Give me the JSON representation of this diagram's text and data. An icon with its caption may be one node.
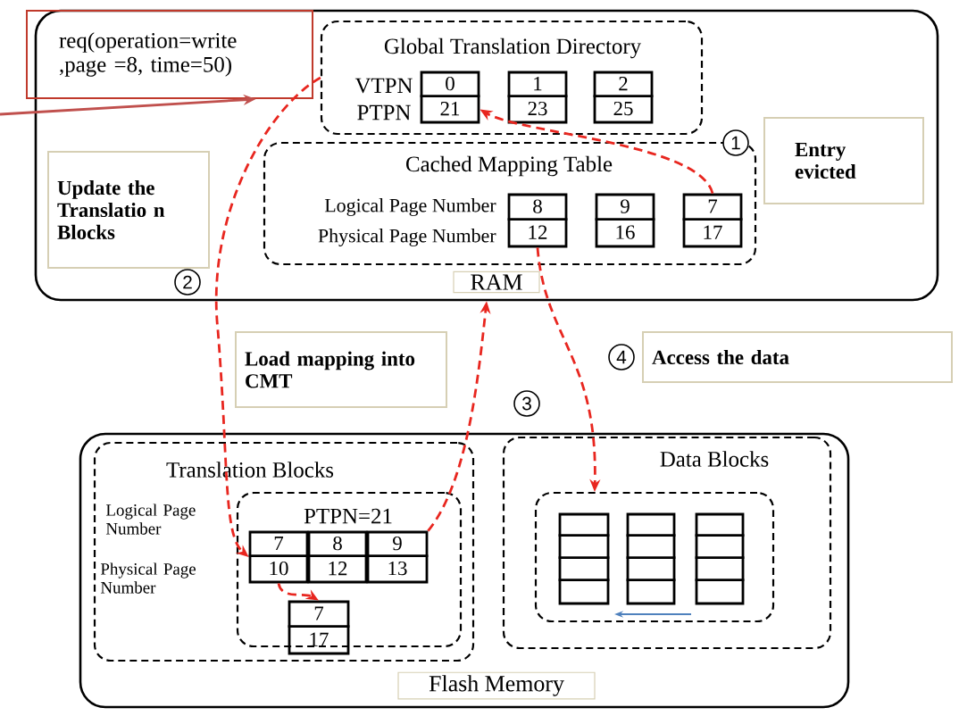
{
  "diagram": {
    "nodes": [
      {
        "text": [
          "RAM"
        ]
      },
      {
        "text": [
          "Global Translation Directory"
        ],
        "in": 0
      },
      {
        "text": [
          "0",
          "21"
        ],
        "in": 1
      },
      {
        "text": [
          "1",
          "23"
        ],
        "in": 1
      },
      {
        "text": [
          "2",
          "25"
        ],
        "in": 1
      },
      {
        "text": [
          "Cached Mapping Table"
        ],
        "in": 0
      },
      {
        "text": [
          "8",
          "12"
        ],
        "in": 5
      },
      {
        "text": [
          "9",
          "16"
        ],
        "in": 5
      },
      {
        "text": [
          "7",
          "17"
        ],
        "in": 5
      },
      {
        "text": [
          "req(operation=write ,page =8, time=50)"
        ],
        "in": 0
      },
      {
        "text": [
          "Flash Memory"
        ]
      },
      {
        "text": [
          "Translation Blocks"
        ],
        "in": 10
      },
      {
        "text": [
          "PTPN=21"
        ],
        "in": 11
      },
      {
        "text": [
          "7",
          "10"
        ],
        "in": 12
      },
      {
        "text": [
          "8",
          "12"
        ],
        "in": 12
      },
      {
        "text": [
          "9",
          "13"
        ],
        "in": 12
      },
      {
        "text": [
          "7",
          "17"
        ],
        "in": 11
      },
      {
        "text": [
          "Data Blocks"
        ],
        "in": 10
      },
      {
        "text": [],
        "shape": "box",
        "in": 17
      },
      {
        "text": [],
        "shape": "bar",
        "in": 18
      },
      {
        "text": [],
        "shape": "bar",
        "in": 18
      },
      {
        "text": [],
        "shape": "bar",
        "in": 18
      },
      {
        "text": [
          "Entry evicted"
        ],
        "in": 0
      },
      {
        "text": [
          "Update the Translatio n Blocks"
        ],
        "in": 0
      },
      {
        "text": [
          "Load mapping into CMT"
        ]
      },
      {
        "text": [
          "Access the data"
        ]
      }
    ],
    "edges": [
      {
        "from": 8,
        "to": 2,
        "arrow": "to",
        "label": "1",
        "style": "dashed"
      },
      {
        "from": 1,
        "to": 13,
        "arrow": "to",
        "label": "2",
        "style": "dashed"
      },
      {
        "from": 13,
        "to": 16,
        "arrow": "to",
        "style": "dashed"
      },
      {
        "from": 15,
        "to": 0,
        "arrow": "to",
        "label": "3",
        "style": "dashed"
      },
      {
        "from": 6,
        "to": 18,
        "arrow": "to",
        "label": "4",
        "style": "dashed"
      },
      {
        "from": null,
        "to": 9,
        "arrow": "to",
        "color": "#c0504d"
      }
    ],
    "labels": [
      "VTPN",
      "PTPN",
      "Logical Page Number",
      "Physical Page Number",
      "Logical Page Number",
      "Physical Page Number"
    ]
  }
}
